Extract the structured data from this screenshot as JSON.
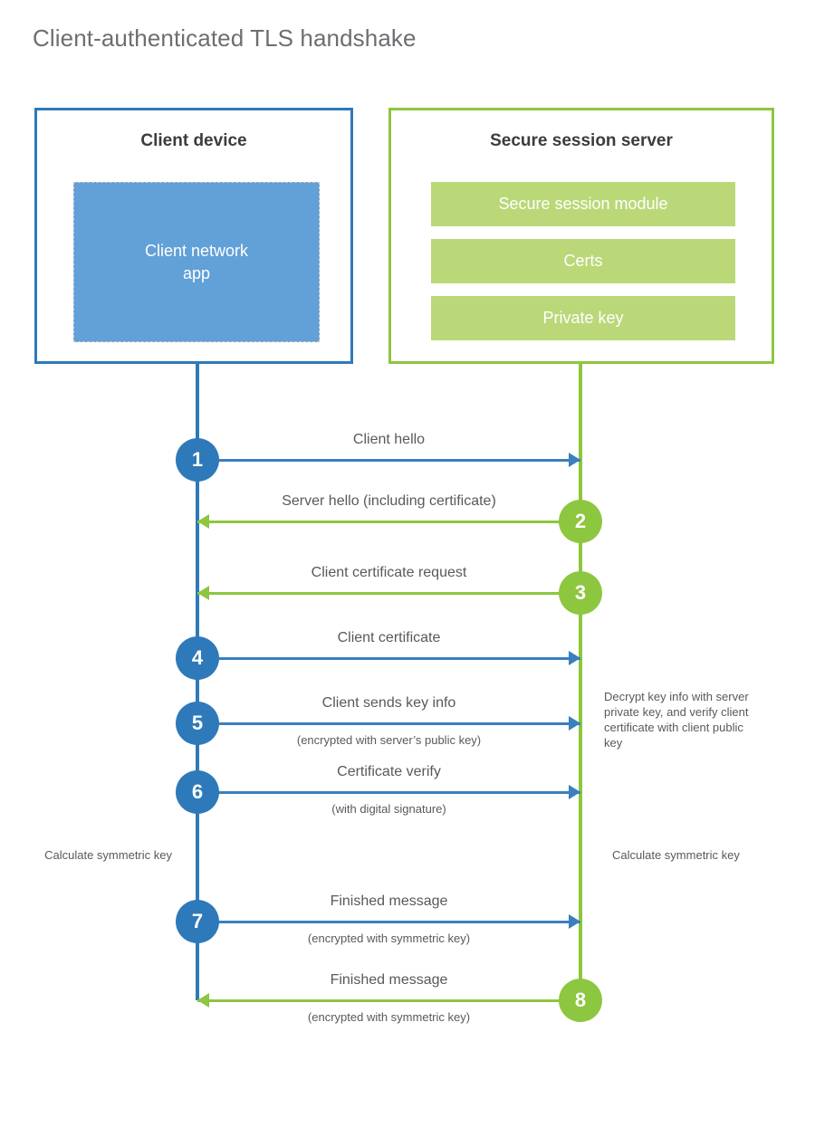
{
  "title": "Client-authenticated TLS handshake",
  "actors": {
    "client": {
      "title": "Client device",
      "app_label": "Client network\napp",
      "accent": "#2E79B9",
      "fill": "#62A0D8"
    },
    "server": {
      "title": "Secure session server",
      "accent": "#8DC63F",
      "fill": "#BAD878",
      "modules": [
        {
          "label": "Secure session module"
        },
        {
          "label": "Certs"
        },
        {
          "label": "Private key"
        }
      ]
    }
  },
  "messages": [
    {
      "number": "1",
      "label": "Client hello",
      "sublabel": "",
      "direction": "to-server",
      "color": "#2E79B9"
    },
    {
      "number": "2",
      "label": "Server hello (including certificate)",
      "sublabel": "",
      "direction": "to-client",
      "color": "#8DC63F"
    },
    {
      "number": "3",
      "label": "Client certificate request",
      "sublabel": "",
      "direction": "to-client",
      "color": "#8DC63F"
    },
    {
      "number": "4",
      "label": "Client certificate",
      "sublabel": "",
      "direction": "to-server",
      "color": "#2E79B9"
    },
    {
      "number": "5",
      "label": "Client sends key info",
      "sublabel": "(encrypted with server’s public key)",
      "direction": "to-server",
      "color": "#2E79B9"
    },
    {
      "number": "6",
      "label": "Certificate verify",
      "sublabel": "(with digital signature)",
      "direction": "to-server",
      "color": "#2E79B9"
    },
    {
      "number": "7",
      "label": "Finished message",
      "sublabel": "(encrypted with symmetric key)",
      "direction": "to-server",
      "color": "#2E79B9"
    },
    {
      "number": "8",
      "label": "Finished message",
      "sublabel": "(encrypted with symmetric key)",
      "direction": "to-client",
      "color": "#8DC63F"
    }
  ],
  "notes": {
    "decrypt": "Decrypt key info with server private key, and verify client certificate with client public key",
    "calculate_client": "Calculate symmetric key",
    "calculate_server": "Calculate symmetric key"
  }
}
